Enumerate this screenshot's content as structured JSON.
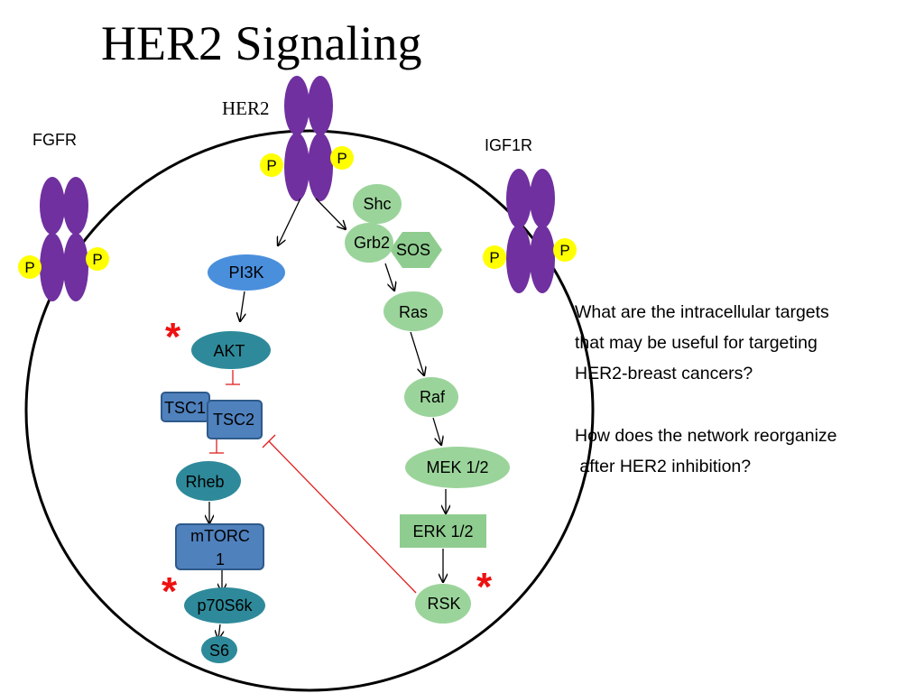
{
  "title": "HER2 Signaling",
  "receptors": {
    "her2": "HER2",
    "fgfr": "FGFR",
    "igf1r": "IGF1R"
  },
  "phospho_label": "P",
  "nodes": {
    "pi3k": "PI3K",
    "akt": "AKT",
    "tsc1": "TSC1",
    "tsc2": "TSC2",
    "rheb": "Rheb",
    "mtorc_line1": "mTORC",
    "mtorc_line2": "1",
    "p70s6k": "p70S6k",
    "s6": "S6",
    "shc": "Shc",
    "grb2": "Grb2",
    "sos": "SOS",
    "ras": "Ras",
    "raf": "Raf",
    "mek": "MEK 1/2",
    "erk": "ERK 1/2",
    "rsk": "RSK"
  },
  "marker": "*",
  "questions": {
    "q1_line1": "What are the intracellular targets",
    "q1_line2": "that may be useful for targeting",
    "q1_line3": "HER2-breast cancers?",
    "q2_line1": "How does the network reorganize",
    "q2_line2": " after HER2 inhibition?"
  },
  "colors": {
    "receptor": "#7030a0",
    "phospho": "#ffff00",
    "pi3k": "#4a8fdc",
    "teal": "#2e8a9a",
    "tsc_box": "#4f81bd",
    "tsc_border": "#2e5a8a",
    "green": "#9bd49b",
    "sos": "#8fcc8f",
    "erk_box": "#8fcc8f",
    "inhibition": "#e02020",
    "star": "#ee1111"
  }
}
